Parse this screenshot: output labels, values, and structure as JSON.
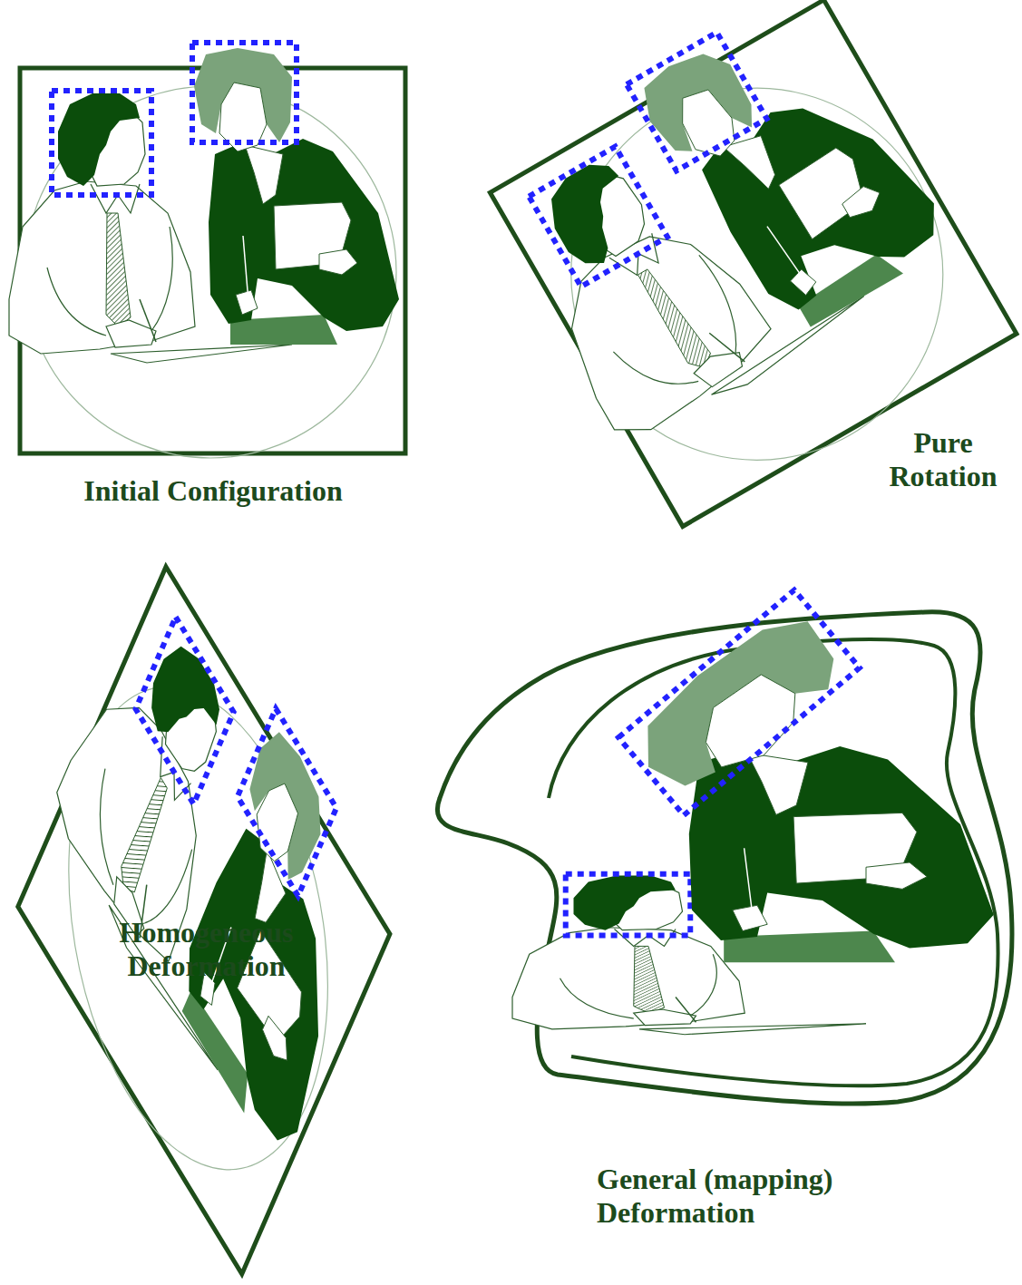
{
  "diagram": {
    "labels": [
      "Initial Configuration",
      "Pure Rotation",
      "Homogeneous Deformation",
      "General (mapping) Deformation"
    ]
  }
}
